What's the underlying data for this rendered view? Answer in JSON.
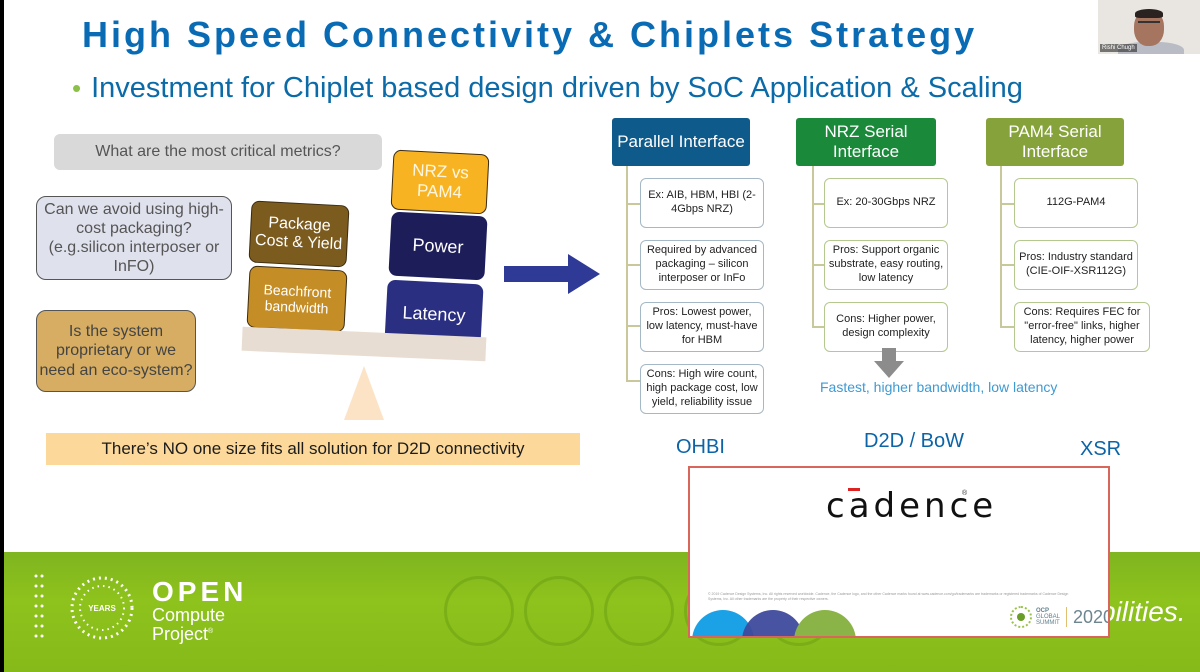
{
  "slide": {
    "title": "High Speed Connectivity & Chiplets Strategy",
    "bullet": "Investment for Chiplet based design driven by SoC Application & Scaling",
    "bullet_marker": "•"
  },
  "left_panel": {
    "metrics_question": "What are the most critical metrics?",
    "packaging_question": "Can we avoid using high-cost packaging? (e.g.silicon interposer or InFO)",
    "ecosystem_question": "Is the system proprietary or we need an eco-system?",
    "balance_left": [
      "Package Cost & Yield",
      "Beachfront bandwidth"
    ],
    "balance_right": [
      "NRZ vs PAM4",
      "Power",
      "Latency"
    ],
    "conclusion": "There’s NO one size fits all solution for D2D connectivity"
  },
  "interfaces": [
    {
      "header": "Parallel Interface",
      "color": "#0e5a8a",
      "items": [
        "Ex: AIB, HBM, HBI (2-4Gbps NRZ)",
        "Required by advanced packaging – silicon interposer or InFo",
        "Pros: Lowest power, low latency, must-have for HBM",
        "Cons: High wire count, high package cost, low yield, reliability issue"
      ]
    },
    {
      "header": "NRZ Serial Interface",
      "color": "#1a8a3a",
      "items": [
        "Ex: 20-30Gbps NRZ",
        "Pros: Support organic substrate, easy routing, low latency",
        "Cons: Higher power, design complexity"
      ]
    },
    {
      "header": "PAM4 Serial Interface",
      "color": "#86a23a",
      "items": [
        "112G-PAM4",
        "Pros: Industry standard (CIE-OIF-XSR112G)",
        "Cons: Requires FEC for \"error-free\" links, higher latency, higher power"
      ]
    }
  ],
  "fastest_note": "Fastest, higher bandwidth, low latency",
  "standards": {
    "ohbi": "OHBI",
    "d2d_bow": "D2D / BoW",
    "xsr": "XSR"
  },
  "footer": {
    "years_badge": "YEARS",
    "open": "OPEN",
    "compute": "Compute",
    "project": "Project",
    "trademark": "®",
    "tagline_fragment": "bilities."
  },
  "popup": {
    "logo": "cadence",
    "registered": "®",
    "legal_text": "© 2019 Cadence Design Systems, Inc. All rights reserved worldwide. Cadence, the Cadence logo, and the other Cadence marks found at www.cadence.com/go/trademarks are trademarks or registered trademarks of Cadence Design Systems, Inc. All other trademarks are the property of their respective owners.",
    "summit_name_lines": [
      "OCP",
      "GLOBAL",
      "SUMMIT"
    ],
    "summit_year": "2020"
  },
  "webcam": {
    "participant_name": "Rishi Chugh"
  }
}
